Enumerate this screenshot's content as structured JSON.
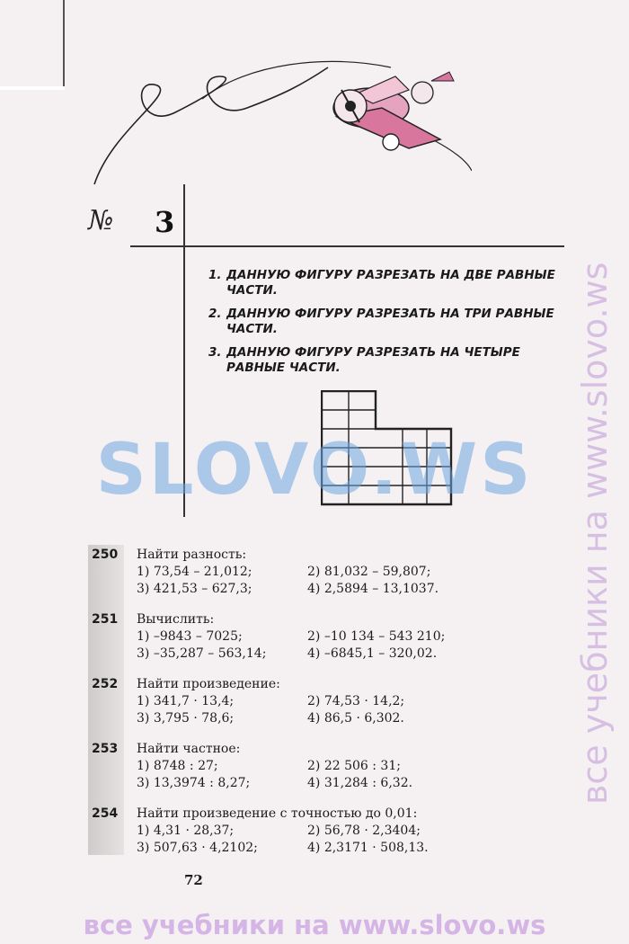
{
  "section": {
    "sign": "№",
    "number": "3"
  },
  "tasks": [
    {
      "num": "1.",
      "text": "ДАННУЮ ФИГУРУ РАЗРЕЗАТЬ НА ДВЕ РАВНЫЕ ЧАСТИ."
    },
    {
      "num": "2.",
      "text": "ДАННУЮ ФИГУРУ РАЗРЕЗАТЬ НА ТРИ РАВНЫЕ ЧАСТИ."
    },
    {
      "num": "3.",
      "text": "ДАННУЮ ФИГУРУ РАЗРЕЗАТЬ НА ЧЕТЫРЕ РАВНЫЕ ЧАСТИ."
    }
  ],
  "exercises": [
    {
      "num": "250",
      "title": "Найти разность:",
      "items": [
        "1)  73,54 – 21,012;",
        "2)  81,032 – 59,807;",
        "3)  421,53 – 627,3;",
        "4)  2,5894 – 13,1037."
      ]
    },
    {
      "num": "251",
      "title": "Вычислить:",
      "items": [
        "1)  –9843 – 7025;",
        "2)  –10 134 – 543 210;",
        "3)  –35,287 – 563,14;",
        "4)  –6845,1 – 320,02."
      ]
    },
    {
      "num": "252",
      "title": "Найти произведение:",
      "items": [
        "1)  341,7 · 13,4;",
        "2)  74,53 · 14,2;",
        "3)  3,795 · 78,6;",
        "4)  86,5 · 6,302."
      ]
    },
    {
      "num": "253",
      "title": "Найти частное:",
      "items": [
        "1)  8748 : 27;",
        "2)  22 506 : 31;",
        "3)  13,3974 : 8,27;",
        "4)  31,284 : 6,32."
      ]
    },
    {
      "num": "254",
      "title": "Найти произведение с точностью до 0,01:",
      "items": [
        "1)  4,31 · 28,37;",
        "2)  56,78 · 2,3404;",
        "3)  507,63 · 4,2102;",
        "4)  2,3171 · 508,13."
      ]
    }
  ],
  "page_number": "72",
  "watermarks": {
    "center": "SLOVO.WS",
    "side": "все учебники на www.slovo.ws",
    "bottom": "все учебники на www.slovo.ws"
  }
}
